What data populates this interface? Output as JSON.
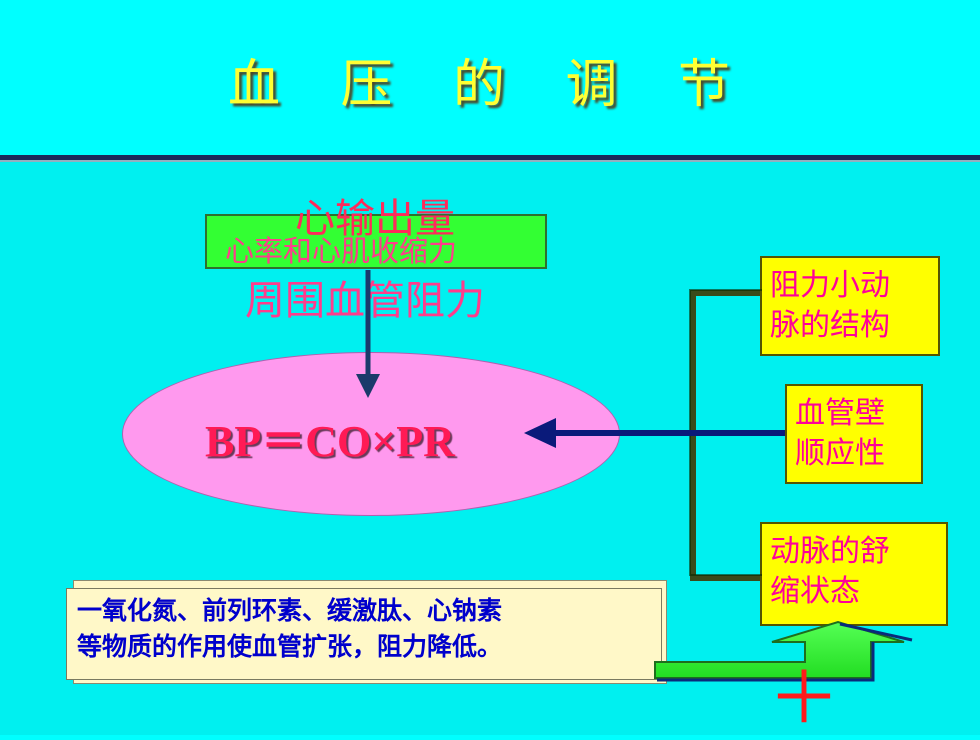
{
  "title": "血 压 的 调 节",
  "cardiac_output": "心输出量",
  "heart_rate_contractility": "心率和心肌收缩力",
  "peripheral_resistance": "周围血管阻力",
  "formula": "BP＝CO×PR",
  "factors": {
    "item1": [
      "阻力小动",
      "脉的结构"
    ],
    "item2": [
      "血管壁",
      "顺应性"
    ],
    "item3": [
      "动脉的舒",
      "缩状态"
    ]
  },
  "note_lines": [
    "一氧化氮、前列环素、缓激肽、心钠素",
    "等物质的作用使血管扩张，阻力降低。"
  ],
  "plus_sign": "＋",
  "colors": {
    "background": "#00ffff",
    "title": "#ffff33",
    "ellipse": "#ff99ee",
    "factor_box": "#ffff00",
    "green_box": "#33ff33",
    "note_box": "#fff8c8"
  }
}
